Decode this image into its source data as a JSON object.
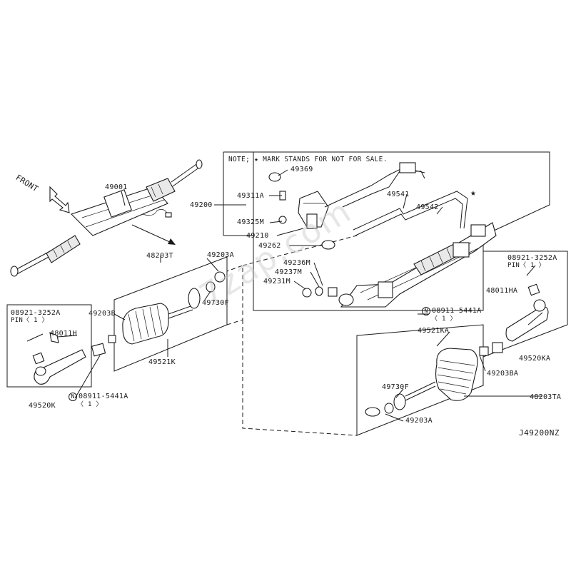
{
  "note": "NOTE; ★ MARK STANDS FOR NOT FOR SALE.",
  "front_label": "FRONT",
  "watermark": "7zap.com",
  "diagram_id": "J49200NZ",
  "callouts": {
    "p49001": "49001",
    "p49200": "49200",
    "p49369": "49369",
    "p49311A": "49311A",
    "p49325M": "49325M",
    "p49210": "49210",
    "p49262": "49262",
    "p49541": "49541",
    "p49542": "49542",
    "p49236M": "49236M",
    "p49237M": "49237M",
    "p49231M": "49231M",
    "p48203T": "48203T",
    "p49203A_left": "49203A",
    "p49203B": "49203B",
    "p49730F_left": "49730F",
    "p49521K": "49521K",
    "p08921_left": "08921-3252A",
    "pin_left": "PIN〈 1 〉",
    "p48011H": "48011H",
    "p49520K": "49520K",
    "p08911_left": "08911-5441A",
    "qty_08911_left": "〈 1 〉",
    "p08921_right": "08921-3252A",
    "pin_right": "PIN〈 1 〉",
    "p48011HA": "48011HA",
    "p49520KA": "49520KA",
    "p08911_right": "08911-5441A",
    "qty_08911_right": "〈 1 〉",
    "p49521KA": "49521KA",
    "p49203BA": "49203BA",
    "p48203TA": "48203TA",
    "p49730F_right": "49730F",
    "p49203A_right": "49203A",
    "n_symbol": "N",
    "star_symbol": "★"
  }
}
